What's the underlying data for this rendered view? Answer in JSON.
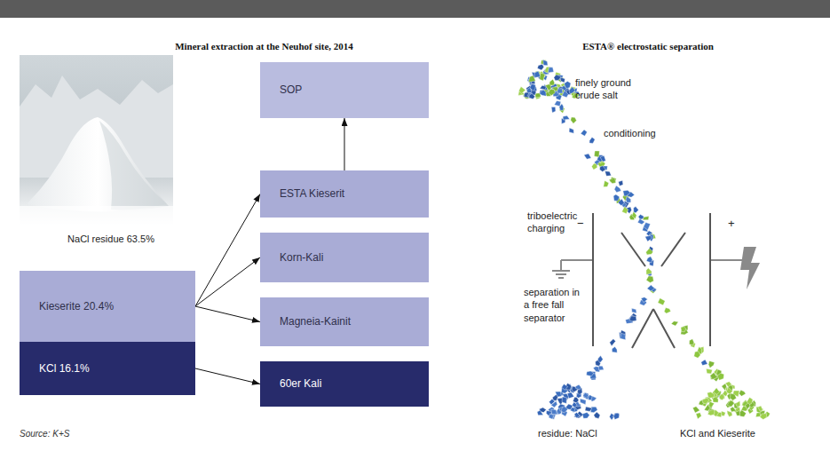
{
  "diagram": {
    "caption": "Source: K+S",
    "nodes": [
      {
        "text": [
          "Kieserite 20.4%"
        ]
      },
      {
        "text": [
          "KCl 16.1%"
        ]
      },
      {
        "text": [
          "SOP"
        ]
      },
      {
        "text": [
          "ESTA Kieserit"
        ]
      },
      {
        "text": [
          "Korn-Kali"
        ]
      },
      {
        "text": [
          "Magneia-Kainit"
        ]
      },
      {
        "text": [
          "60er Kali"
        ]
      }
    ],
    "edges": [
      {
        "from": 0,
        "to": 3,
        "arrow": "to"
      },
      {
        "from": 0,
        "to": 4,
        "arrow": "to"
      },
      {
        "from": 0,
        "to": 5,
        "arrow": "to"
      },
      {
        "from": 1,
        "to": 6,
        "arrow": "to"
      },
      {
        "from": 3,
        "to": 2,
        "arrow": "to"
      }
    ],
    "labels": [
      "Mineral extraction at the Neuhof site, 2014",
      "ESTA® electrostatic separation",
      "NaCl residue 63.5%",
      "finely ground crude salt",
      "conditioning",
      "triboelectric charging",
      "−",
      "+",
      "separation in a free fall separator",
      "residue: NaCl",
      "KCl and Kieserite"
    ]
  }
}
